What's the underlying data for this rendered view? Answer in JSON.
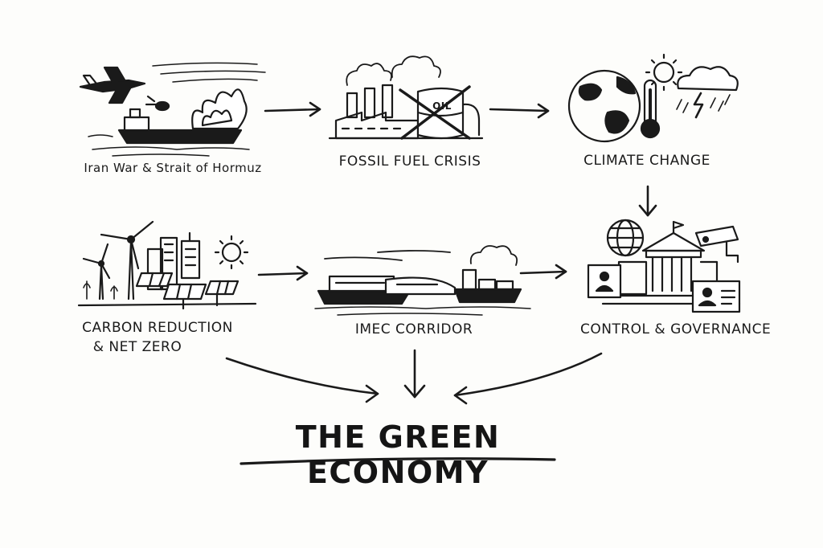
{
  "nodes": {
    "iran_war": {
      "label": "Iran War & Strait of Hormuz"
    },
    "fossil_fuel": {
      "label": "FOSSIL FUEL CRISIS",
      "oil_sign": "OIL"
    },
    "climate": {
      "label": "CLIMATE CHANGE"
    },
    "carbon": {
      "label_line1": "CARBON REDUCTION",
      "label_line2": "& NET ZERO"
    },
    "imec": {
      "label": "IMEC CORRIDOR"
    },
    "control": {
      "label": "CONTROL & GOVERNANCE"
    }
  },
  "title": "THE GREEN ECONOMY",
  "edges": [
    [
      "iran_war",
      "fossil_fuel"
    ],
    [
      "fossil_fuel",
      "climate"
    ],
    [
      "climate",
      "control"
    ],
    [
      "carbon",
      "imec"
    ],
    [
      "imec",
      "control"
    ],
    [
      "carbon",
      "title"
    ],
    [
      "imec",
      "title"
    ],
    [
      "control",
      "title"
    ]
  ],
  "style": {
    "ink": "#1a1a1a",
    "background": "#fdfdfb"
  }
}
